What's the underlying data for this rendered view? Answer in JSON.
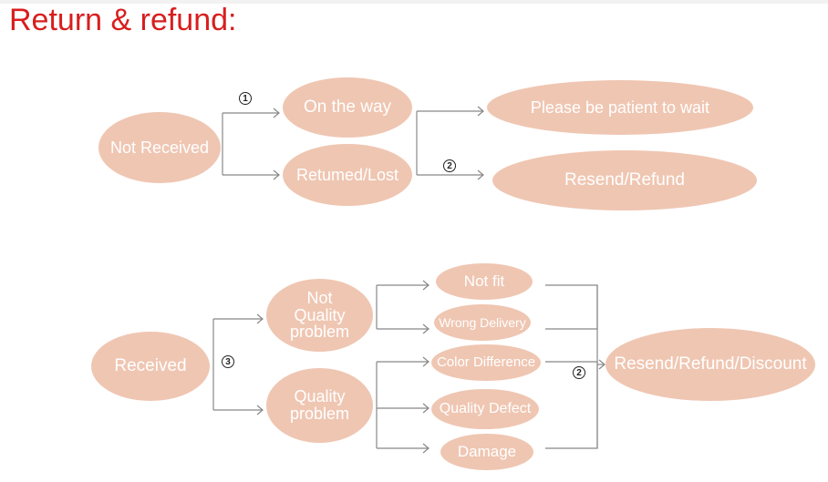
{
  "title": "Return & refund:",
  "colors": {
    "node_fill": "#efc6b2",
    "title_red": "#d81e1e",
    "line": "#888888"
  },
  "nodes": {
    "not_received": "Not Received",
    "on_the_way": "On the way",
    "returned_lost": "Retumed/Lost",
    "please_wait": "Please be patient to wait",
    "resend_refund": "Resend/Refund",
    "received": "Received",
    "not_quality_problem": "Not Quality problem",
    "quality_problem": "Quality problem",
    "not_fit": "Not fit",
    "wrong_delivery": "Wrong Delivery",
    "color_difference": "Color Difference",
    "quality_defect": "Quality Defect",
    "damage": "Damage",
    "resend_refund_discount": "Resend/Refund/Discount"
  },
  "markers": {
    "m1": "1",
    "m2a": "2",
    "m2b": "2",
    "m3": "3"
  }
}
